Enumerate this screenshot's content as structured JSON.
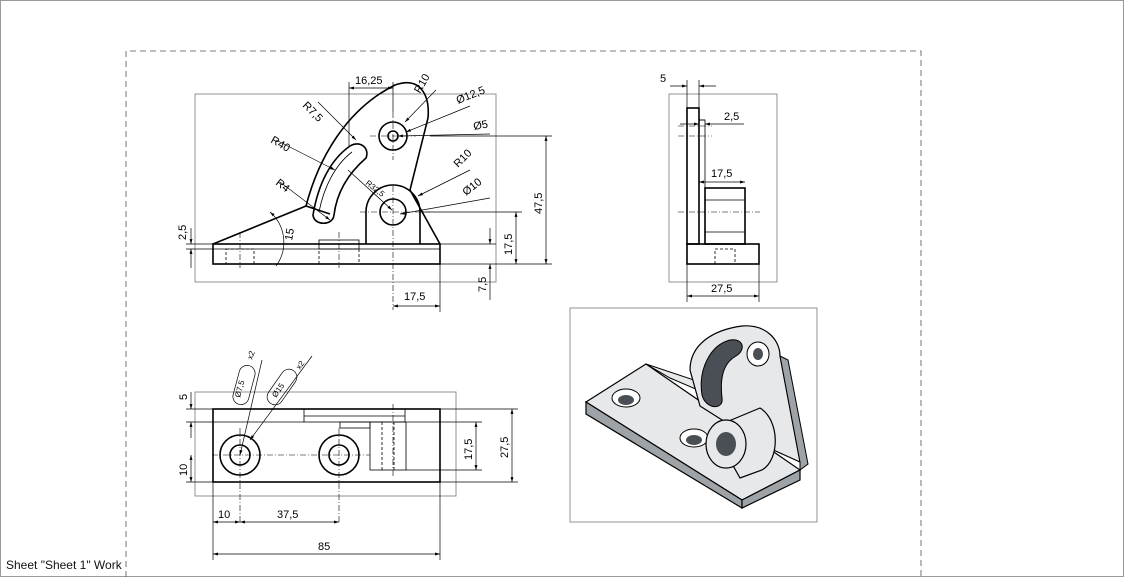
{
  "sheet": {
    "label": "Sheet \"Sheet 1\" Work"
  },
  "front_view": {
    "dims": {
      "d16_25": "16,25",
      "r10_top": "R10",
      "r7_5": "R7,5",
      "dia12_5": "Ø12,5",
      "dia5": "Ø5",
      "r40": "R40",
      "r10_mid": "R10",
      "r4": "R4",
      "r32_5": "R32,5",
      "dia10": "Ø10",
      "d2_5": "2,5",
      "a15": "15",
      "d47_5": "47,5",
      "d17_5_v": "17,5",
      "d7_5": "7,5",
      "d17_5_h": "17,5"
    }
  },
  "side_view": {
    "dims": {
      "d5": "5",
      "d2_5": "2,5",
      "d17_5": "17,5",
      "d27_5": "27,5"
    }
  },
  "top_view": {
    "dims": {
      "d5": "5",
      "d10_v": "10",
      "dia7_5": "Ø7,5",
      "dia15": "Ø15",
      "x2_a": "x2",
      "x2_b": "x2",
      "d17_5": "17,5",
      "d27_5": "27,5",
      "d10_h": "10",
      "d37_5": "37,5",
      "d85": "85"
    }
  },
  "iso_view": {
    "fill": "#e6e8ea",
    "shade": "#9ea3a8",
    "dark": "#4a4f55"
  }
}
